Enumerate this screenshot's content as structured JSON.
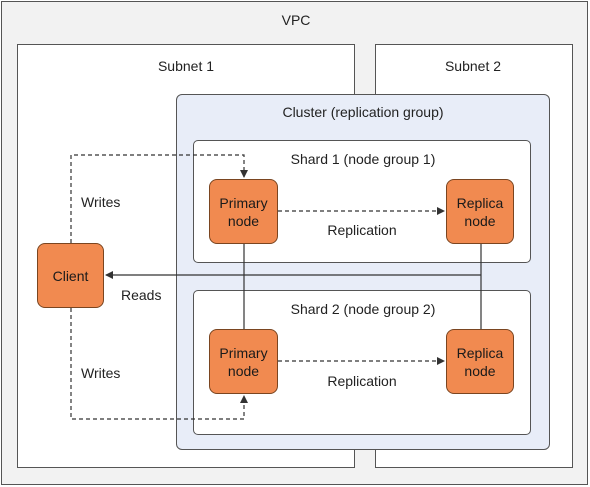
{
  "vpc": {
    "label": "VPC"
  },
  "subnets": [
    {
      "label": "Subnet 1"
    },
    {
      "label": "Subnet 2"
    }
  ],
  "cluster": {
    "label": "Cluster (replication group)"
  },
  "shards": [
    {
      "label": "Shard 1 (node group 1)",
      "primary_line1": "Primary",
      "primary_line2": "node",
      "replica_line1": "Replica",
      "replica_line2": "node",
      "replication_label": "Replication"
    },
    {
      "label": "Shard 2 (node group 2)",
      "primary_line1": "Primary",
      "primary_line2": "node",
      "replica_line1": "Replica",
      "replica_line2": "node",
      "replication_label": "Replication"
    }
  ],
  "client": {
    "label": "Client"
  },
  "flows": {
    "writes_top": "Writes",
    "reads": "Reads",
    "writes_bottom": "Writes"
  },
  "colors": {
    "node_fill": "#f18a50",
    "cluster_fill": "#e8edf8",
    "vpc_fill": "#f2f2f2"
  }
}
